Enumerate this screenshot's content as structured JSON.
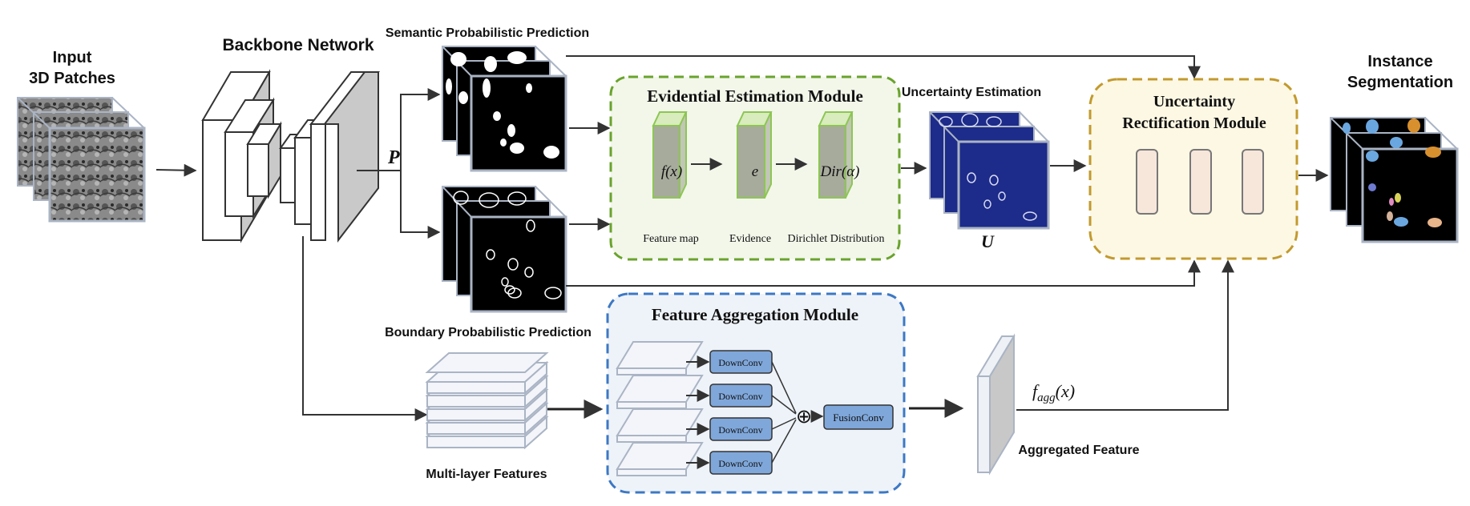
{
  "labels": {
    "input": [
      "Input",
      "3D Patches"
    ],
    "backbone": "Backbone Network",
    "p_symbol": "P",
    "semantic_pred": "Semantic Probabilistic Prediction",
    "boundary_pred": "Boundary Probabilistic Prediction",
    "uncertainty_estimation": "Uncertainty Estimation",
    "u_symbol": "U",
    "instance_seg": [
      "Instance",
      "Segmentation"
    ],
    "multi_layer": "Multi-layer Features",
    "aggregated_feature": "Aggregated Feature",
    "f_agg": "f",
    "f_agg_sub": "agg",
    "f_agg_arg": "(x)"
  },
  "evidential_module": {
    "title": "Evidential Estimation Module",
    "blocks": [
      {
        "symbol": "f(x)",
        "caption": "Feature map"
      },
      {
        "symbol": "e",
        "caption": "Evidence"
      },
      {
        "symbol": "Dir(α)",
        "caption": "Dirichlet Distribution"
      }
    ],
    "color": "#6aa32c",
    "fill": "#f2f7ea"
  },
  "rectification_module": {
    "title": [
      "Uncertainty",
      "Rectification Module"
    ],
    "color": "#c29a2e",
    "fill": "#fdf8e4"
  },
  "aggregation_module": {
    "title": "Feature Aggregation Module",
    "downconv": [
      "DownConv",
      "DownConv",
      "DownConv",
      "DownConv"
    ],
    "fusion": "FusionConv",
    "plus": "⊕",
    "color": "#3d78c4",
    "fill": "#eef3f9",
    "block_fill": "#7fa7da"
  }
}
